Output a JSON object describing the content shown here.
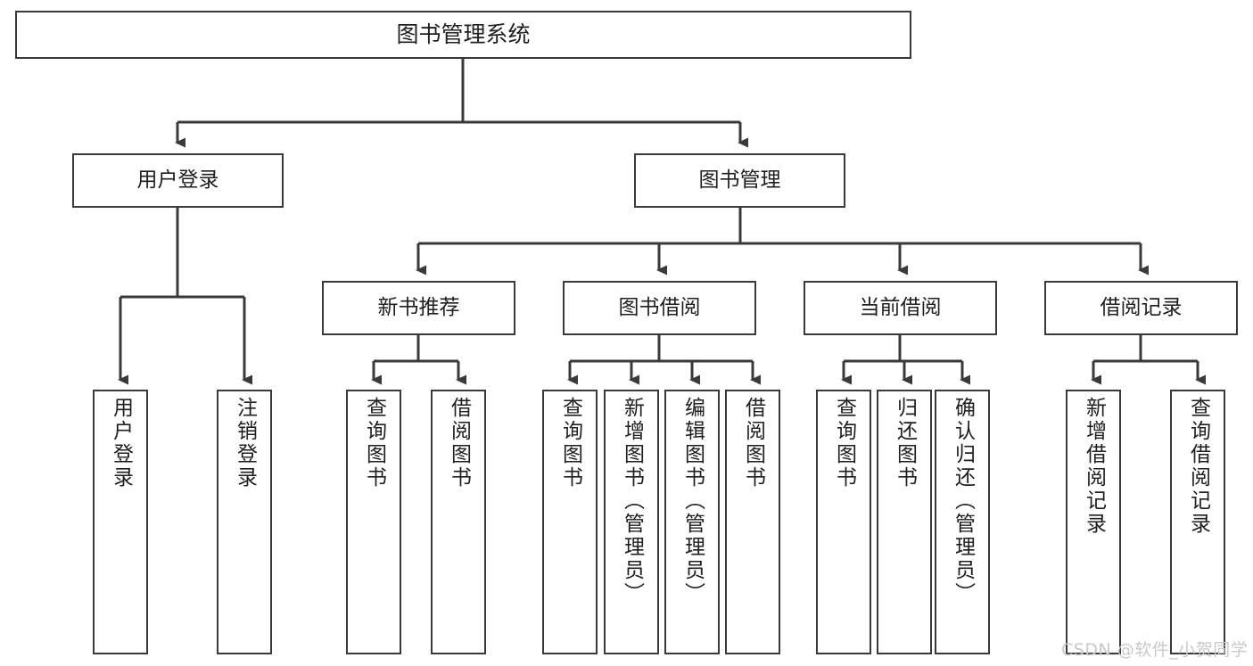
{
  "diagram": {
    "title": "图书管理系统",
    "type": "tree",
    "watermark": "CSDN @软件_小贺同学",
    "colors": {
      "stroke": "#3a3a3a",
      "box_fill": "#ffffff",
      "text": "#1f1f1f",
      "background": "#ffffff",
      "watermark": "#c9c9c9"
    },
    "root": {
      "id": "root",
      "label": "图书管理系统"
    },
    "level1": [
      {
        "id": "user-login",
        "label": "用户登录"
      },
      {
        "id": "book-manage",
        "label": "图书管理"
      }
    ],
    "level2": [
      {
        "id": "new-book-recommend",
        "label": "新书推荐",
        "parent": "book-manage"
      },
      {
        "id": "book-borrow",
        "label": "图书借阅",
        "parent": "book-manage"
      },
      {
        "id": "current-borrow",
        "label": "当前借阅",
        "parent": "book-manage"
      },
      {
        "id": "borrow-record",
        "label": "借阅记录",
        "parent": "book-manage"
      }
    ],
    "leaves": [
      {
        "id": "leaf-user-login",
        "label": "用户登录",
        "parent": "user-login"
      },
      {
        "id": "leaf-logout",
        "label": "注销登录",
        "parent": "user-login"
      },
      {
        "id": "leaf-query-book-1",
        "label": "查询图书",
        "parent": "new-book-recommend"
      },
      {
        "id": "leaf-borrow-book-1",
        "label": "借阅图书",
        "parent": "new-book-recommend"
      },
      {
        "id": "leaf-query-book-2",
        "label": "查询图书",
        "parent": "book-borrow"
      },
      {
        "id": "leaf-add-book",
        "label": "新增图书（管理员）",
        "parent": "book-borrow"
      },
      {
        "id": "leaf-edit-book",
        "label": "编辑图书（管理员）",
        "parent": "book-borrow"
      },
      {
        "id": "leaf-borrow-book-2",
        "label": "借阅图书",
        "parent": "book-borrow"
      },
      {
        "id": "leaf-query-book-3",
        "label": "查询图书",
        "parent": "current-borrow"
      },
      {
        "id": "leaf-return-book",
        "label": "归还图书",
        "parent": "current-borrow"
      },
      {
        "id": "leaf-confirm-return",
        "label": "确认归还（管理员）",
        "parent": "current-borrow"
      },
      {
        "id": "leaf-add-record",
        "label": "新增借阅记录",
        "parent": "borrow-record"
      },
      {
        "id": "leaf-query-record",
        "label": "查询借阅记录",
        "parent": "borrow-record"
      }
    ]
  }
}
